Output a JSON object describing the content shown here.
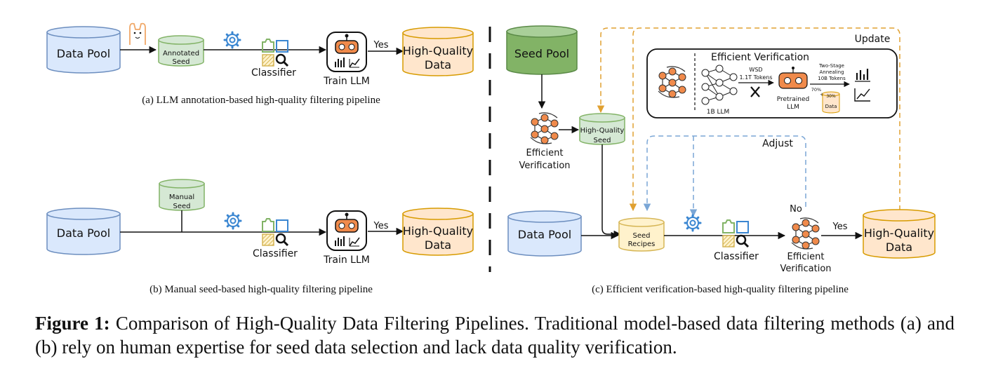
{
  "colors": {
    "blue_fill": "#dae8fc",
    "blue_stroke": "#6c8ebf",
    "green_fill": "#d5e8d4",
    "green_stroke": "#82b366",
    "dark_green_fill": "#82b366",
    "dark_green_stroke": "#5a8a47",
    "orange_fill": "#ffe6cc",
    "orange_stroke": "#d79b00",
    "yellow_fill": "#fff2cc",
    "yellow_stroke": "#d6b656",
    "robot": "#f08a4b",
    "update_line": "#e0a030",
    "adjust_line": "#7aa6d6"
  },
  "panel_a": {
    "data_pool": "Data Pool",
    "annotated_seed": [
      "Annotated",
      "Seed"
    ],
    "classifier": "Classifier",
    "train_llm": "Train LLM",
    "yes": "Yes",
    "high_quality": [
      "High-Quality",
      "Data"
    ],
    "caption": "(a) LLM annotation-based high-quality filtering pipeline",
    "icons": [
      "llama-icon",
      "gear-icon",
      "classifier-icon",
      "robot-icon"
    ]
  },
  "panel_b": {
    "data_pool": "Data Pool",
    "manual_seed": [
      "Manual",
      "Seed"
    ],
    "classifier": "Classifier",
    "train_llm": "Train LLM",
    "yes": "Yes",
    "high_quality": [
      "High-Quality",
      "Data"
    ],
    "caption": "(b) Manual seed-based high-quality filtering pipeline"
  },
  "panel_c": {
    "seed_pool": "Seed Pool",
    "efficient_verification": [
      "Efficient",
      "Verification"
    ],
    "hq_seed": [
      "High-Quality",
      "Seed"
    ],
    "data_pool": "Data Pool",
    "seed_recipes": [
      "Seed",
      "Recipes"
    ],
    "classifier": "Classifier",
    "no": "No",
    "yes": "Yes",
    "high_quality": [
      "High-Quality",
      "Data"
    ],
    "update": "Update",
    "adjust": "Adjust",
    "caption": "(c) Efficient verification-based high-quality filtering pipeline",
    "inset": {
      "title": "Efficient Verification",
      "llm_1b": "1B LLM",
      "wsd": [
        "WSD",
        "1.1T Tokens"
      ],
      "pretrained": [
        "Pretrained",
        "LLM"
      ],
      "annealing": [
        "Two-Stage",
        "Annealing",
        "10B Tokens"
      ],
      "pct70": "70%",
      "plus": "+",
      "pct30": "30%",
      "data": "Data"
    }
  },
  "figure_caption": {
    "label": "Figure 1:",
    "text": "Comparison of High-Quality Data Filtering Pipelines. Traditional model-based data filtering methods (a) and (b) rely on human expertise for seed data selection and lack data quality verification."
  }
}
